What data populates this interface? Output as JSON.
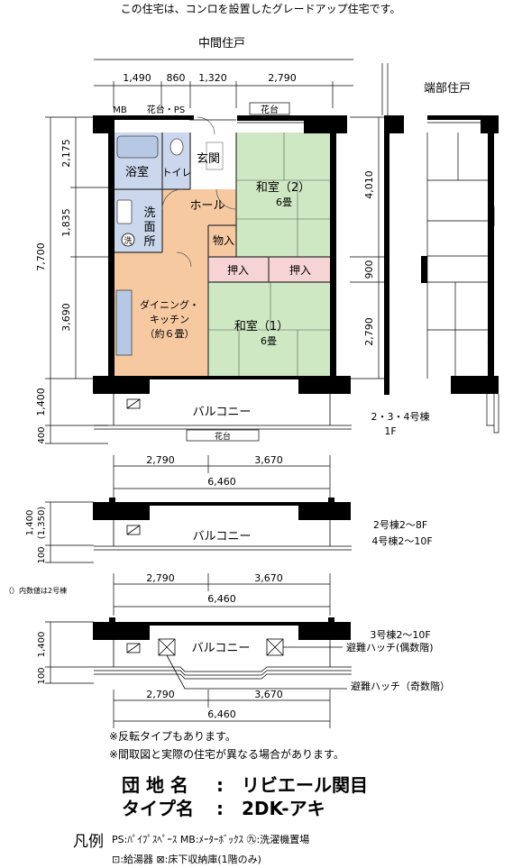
{
  "header_note": "この住宅は、コンロを設置したグレードアップ住宅です。",
  "plan": {
    "middle_unit_label": "中間住戸",
    "end_unit_label": "端部住戸",
    "top_dims": [
      "1,490",
      "860",
      "1,320",
      "2,790"
    ],
    "left_dims": [
      "2,175",
      "1,835",
      "3,690",
      "1,400",
      "400"
    ],
    "left_total": "7,700",
    "right_dims": [
      "4,010",
      "900",
      "2,790"
    ],
    "mb_label": "MB",
    "hanadai_ps_label": "花台・PS",
    "hanadai_label": "花台",
    "rooms": {
      "bath": "浴室",
      "toilet": "トイレ",
      "entrance": "玄関",
      "washroom": "洗\n面\n所",
      "washer_mark": "洗",
      "hall": "ホール",
      "closet": "物入",
      "washitsu2_name": "和室（2）",
      "washitsu2_size": "6畳",
      "oshiire": "押入",
      "dk_name": "ダイニング・\nキッチン",
      "dk_size": "（約６畳）",
      "washitsu1_name": "和室（1）",
      "washitsu1_size": "6畳"
    },
    "balcony": "バルコニー",
    "floor1_note": "2・3・4号棟\n1F"
  },
  "variant_a": {
    "dims_top": [
      "2,790",
      "3,670"
    ],
    "dims_total": "6,460",
    "left_dims": [
      "1,400",
      "(1,350)",
      "100"
    ],
    "balcony": "バルコニー",
    "note": "2号棟2～8F\n4号棟2～10F",
    "paren_note": "（）内数値は2号棟"
  },
  "variant_b": {
    "dims_top": [
      "2,790",
      "3,670"
    ],
    "dims_total": "6,460",
    "left_dims": [
      "1,400",
      "100"
    ],
    "balcony": "バルコニー",
    "note": "3号棟2～10F",
    "hatch_even": "避難ハッチ(偶数階)",
    "hatch_odd": "避難ハッチ（奇数階）",
    "dims_bottom": [
      "2,790",
      "3,670"
    ],
    "dims_bottom_total": "6,460"
  },
  "notes": [
    "※反転タイプもあります。",
    "※間取図と実際の住宅が異なる場合があります。"
  ],
  "complex": {
    "label": "団 地 名",
    "sep": ":",
    "value": "リビエール関目"
  },
  "type": {
    "label": "タイプ名",
    "sep": ":",
    "value": "2DK-アキ"
  },
  "legend": {
    "title": "凡例",
    "line1": "PS:ﾊﾟｲﾌﾟｽﾍﾟｰｽ  MB:ﾒｰﾀｰﾎﾞｯｸｽ  ㊈:洗濯機置場",
    "line2": "⊡:給湯器  ⊠:床下収納庫(1階のみ)"
  },
  "colors": {
    "tatami_green": "#cfe8c4",
    "wood_orange": "#f6c9a1",
    "wet_blue": "#cad7ec",
    "closet_pink": "#f6d4d6",
    "wall": "#000000"
  }
}
